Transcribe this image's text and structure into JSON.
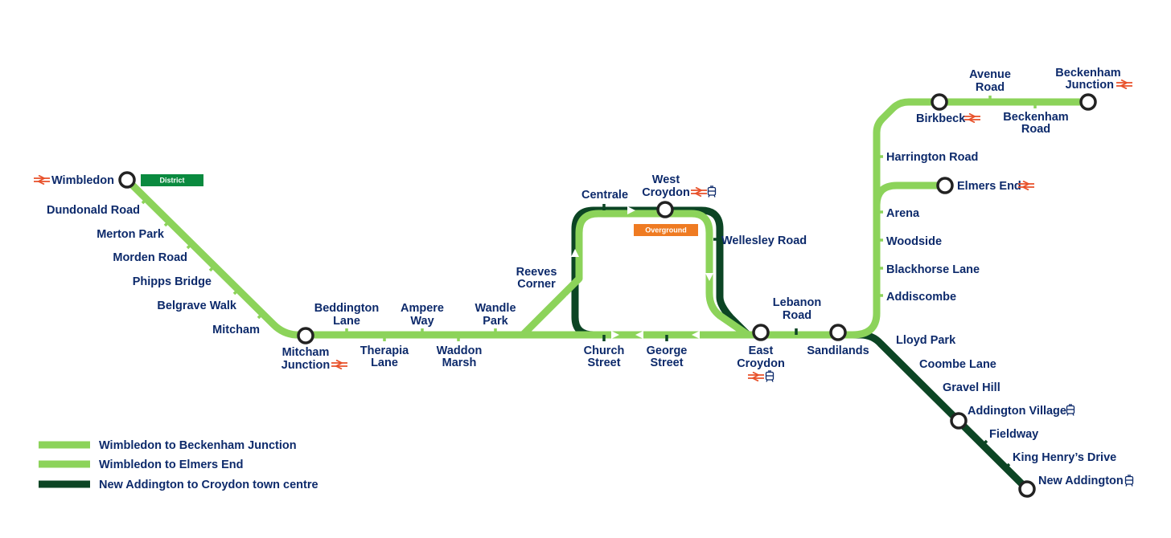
{
  "colors": {
    "beckenham_line": "#8cd35a",
    "elmers_line": "#8cd35a",
    "new_addington_line": "#0c4524",
    "text": "#0d2a6b",
    "rail_symbol": "#e8512a",
    "district": "#0a8a3f",
    "overground": "#ef7b22"
  },
  "icons": {
    "national_rail": "national-rail-icon",
    "tram": "tram-icon"
  },
  "badges": {
    "district": "District",
    "overground": "Overground"
  },
  "stations": {
    "wimbledon": "Wimbledon",
    "dundonald_road": "Dundonald Road",
    "merton_park": "Merton Park",
    "morden_road": "Morden Road",
    "phipps_bridge": "Phipps Bridge",
    "belgrave_walk": "Belgrave Walk",
    "mitcham": "Mitcham",
    "mitcham_junction": [
      "Mitcham",
      "Junction"
    ],
    "beddington_lane": [
      "Beddington",
      "Lane"
    ],
    "therapia_lane": [
      "Therapia",
      "Lane"
    ],
    "ampere_way": [
      "Ampere",
      "Way"
    ],
    "waddon_marsh": [
      "Waddon",
      "Marsh"
    ],
    "wandle_park": [
      "Wandle",
      "Park"
    ],
    "reeves_corner": [
      "Reeves",
      "Corner"
    ],
    "centrale": "Centrale",
    "west_croydon": [
      "West",
      "Croydon"
    ],
    "wellesley_road": "Wellesley Road",
    "church_street": [
      "Church",
      "Street"
    ],
    "george_street": [
      "George",
      "Street"
    ],
    "east_croydon": [
      "East",
      "Croydon"
    ],
    "lebanon_road": [
      "Lebanon",
      "Road"
    ],
    "sandilands": "Sandilands",
    "addiscombe": "Addiscombe",
    "blackhorse_lane": "Blackhorse Lane",
    "woodside": "Woodside",
    "arena": "Arena",
    "elmers_end": "Elmers End",
    "harrington_road": "Harrington Road",
    "birkbeck": "Birkbeck",
    "avenue_road": [
      "Avenue",
      "Road"
    ],
    "beckenham_road": [
      "Beckenham",
      "Road"
    ],
    "beckenham_junction": [
      "Beckenham",
      "Junction"
    ],
    "lloyd_park": "Lloyd Park",
    "coombe_lane": "Coombe Lane",
    "gravel_hill": "Gravel Hill",
    "addington_village": "Addington Village",
    "fieldway": "Fieldway",
    "king_henrys_drive": "King Henry’s Drive",
    "new_addington": "New Addington"
  },
  "legend": [
    {
      "label": "Wimbledon to Beckenham Junction",
      "color": "#8cd35a"
    },
    {
      "label": "Wimbledon to Elmers End",
      "color": "#8cd35a"
    },
    {
      "label": "New Addington to Croydon town centre",
      "color": "#0c4524"
    }
  ]
}
